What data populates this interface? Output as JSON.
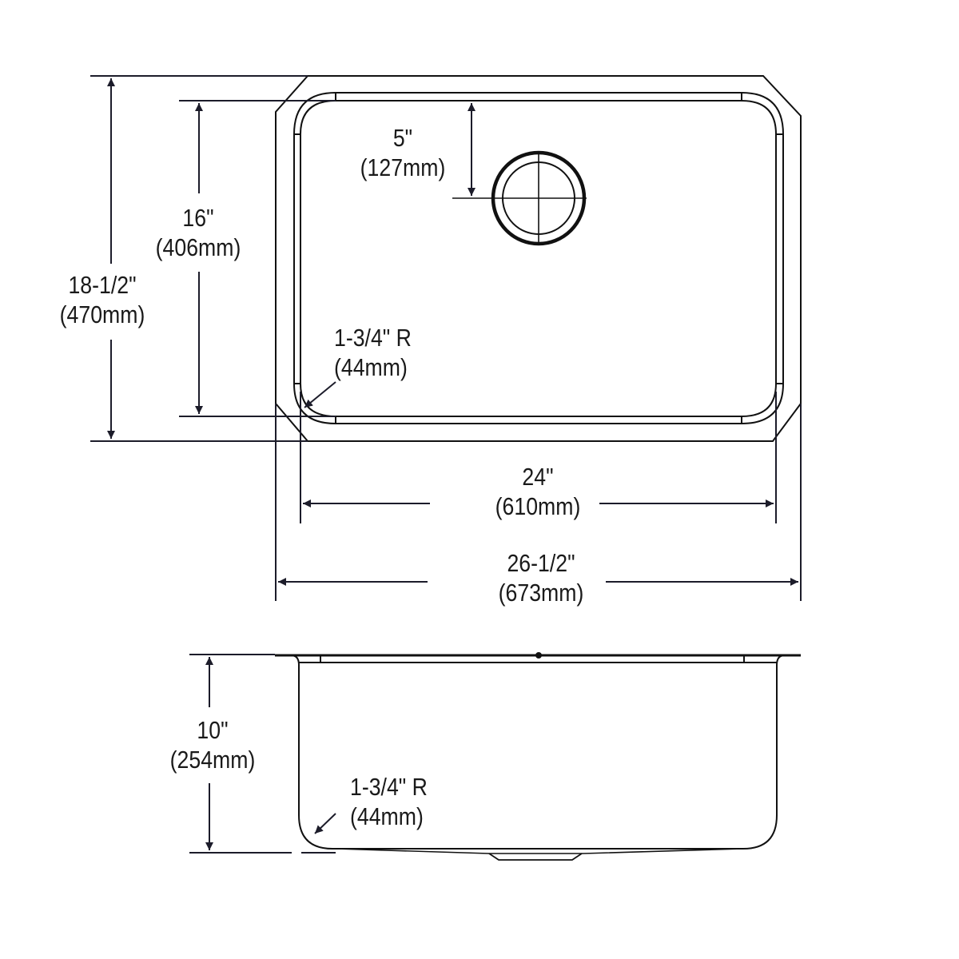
{
  "diagram": {
    "type": "dimensioned technical drawing",
    "subject": "single bowl undermount sink",
    "colors": {
      "line": "#111111",
      "text": "#1a1a1a",
      "background": "#ffffff"
    }
  },
  "top_view": {
    "drain_offset": {
      "imperial": "5\"",
      "metric": "(127mm)"
    },
    "bowl_length": {
      "imperial": "16\"",
      "metric": "(406mm)"
    },
    "overall_length": {
      "imperial": "18-1/2\"",
      "metric": "(470mm)"
    },
    "corner_radius": {
      "imperial": "1-3/4\" R",
      "metric": "(44mm)"
    },
    "bowl_width": {
      "imperial": "24\"",
      "metric": "(610mm)"
    },
    "overall_width": {
      "imperial": "26-1/2\"",
      "metric": "(673mm)"
    }
  },
  "side_view": {
    "depth": {
      "imperial": "10\"",
      "metric": "(254mm)"
    },
    "corner_radius": {
      "imperial": "1-3/4\" R",
      "metric": "(44mm)"
    }
  }
}
